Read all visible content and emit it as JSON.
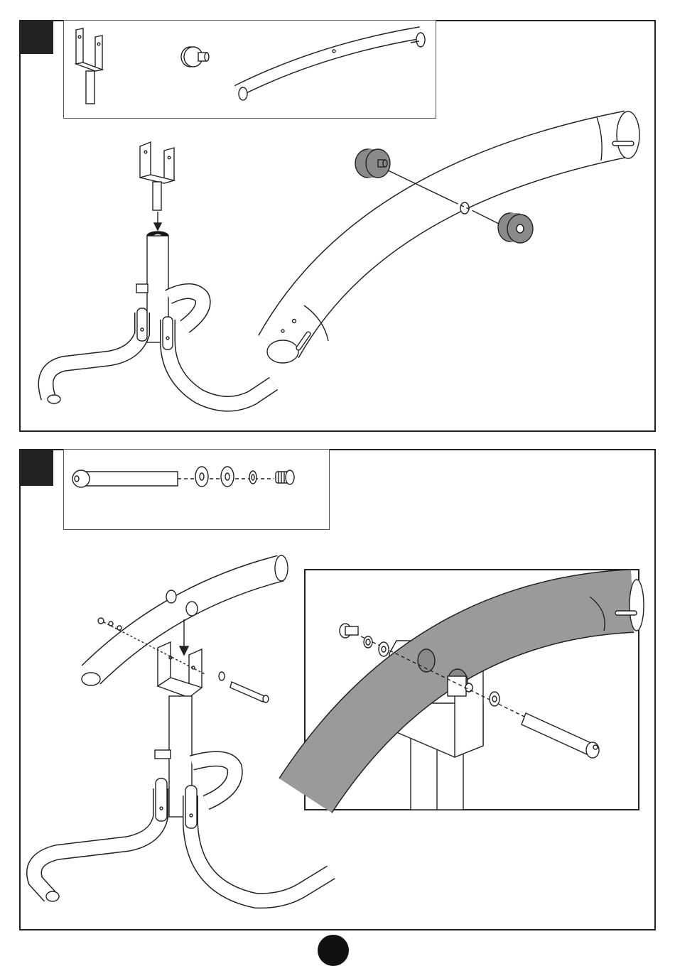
{
  "page": {
    "step_1": {
      "step_number": "",
      "parts": [
        "u-bracket-post",
        "rubber-stopper",
        "curved-tube"
      ],
      "stopper_color": "#8a8a8a"
    },
    "step_2": {
      "step_number": "",
      "parts": [
        "long-bolt",
        "flat-washer",
        "flat-washer",
        "spring-washer",
        "threaded-nut"
      ],
      "tube_fill_color": "#9a9a9a"
    },
    "page_number": ""
  }
}
